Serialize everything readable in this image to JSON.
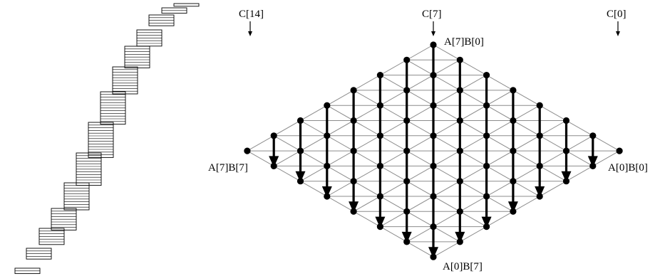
{
  "labels": {
    "c14": "C[14]",
    "c7": "C[7]",
    "c0": "C[0]",
    "top": "A[7]B[0]",
    "left": "A[7]B[7]",
    "right": "A[0]B[0]",
    "bottom": "A[0]B[7]"
  },
  "lattice": {
    "n": 8
  },
  "colors": {
    "ink": "#000000",
    "grid": "#8c8c8c"
  }
}
